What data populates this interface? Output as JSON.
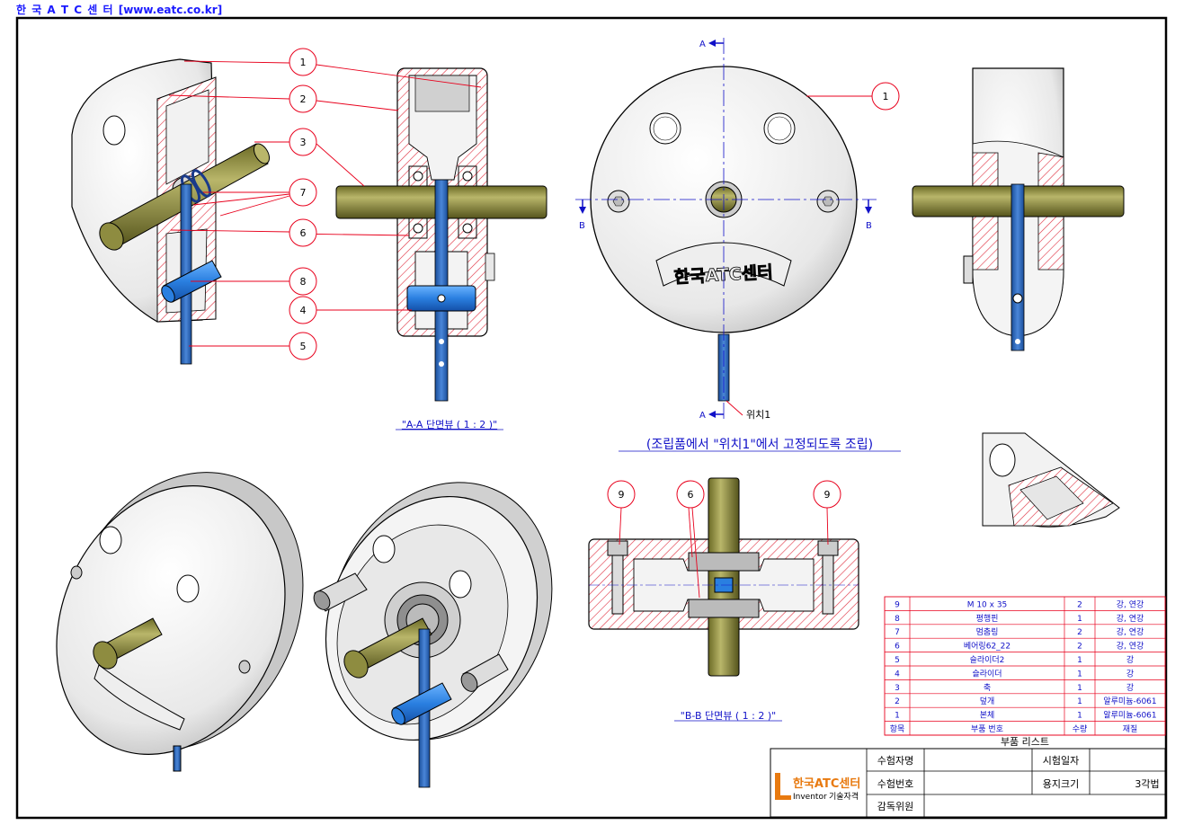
{
  "header": {
    "org": "한 국 A T C 센 터",
    "site": "[www.eatc.co.kr]"
  },
  "colors": {
    "red": "#e8001c",
    "blue": "#1010c8",
    "shaft": "#8c8a3a",
    "part_blue": "#2a7fe0",
    "hatch": "#e03040"
  },
  "views": {
    "aa_caption": "\"A-A 단면뷰 ( 1 : 2 )\"",
    "bb_caption": "\"B-B 단면뷰 ( 1 : 2 )\"",
    "assembly_note": "(조립품에서 \"위치1\"에서 고정되도록 조립)",
    "section_a": "A",
    "section_b": "B",
    "position_label": "위치1",
    "emboss": "한국ATC센터"
  },
  "balloons": {
    "b1": "1",
    "b2": "2",
    "b3": "3",
    "b4": "4",
    "b5": "5",
    "b6": "6",
    "b7": "7",
    "b8": "8",
    "b9": "9"
  },
  "parts_list": {
    "title": "부품 리스트",
    "headers": {
      "item": "항목",
      "name": "부품 번호",
      "qty": "수량",
      "material": "재질"
    },
    "rows": [
      {
        "item": "9",
        "name": "M 10 x 35",
        "qty": "2",
        "material": "강, 연강"
      },
      {
        "item": "8",
        "name": "평행핀",
        "qty": "1",
        "material": "강, 연강"
      },
      {
        "item": "7",
        "name": "멈춤링",
        "qty": "2",
        "material": "강, 연강"
      },
      {
        "item": "6",
        "name": "베어링62_22",
        "qty": "2",
        "material": "강, 연강"
      },
      {
        "item": "5",
        "name": "슬라이더2",
        "qty": "1",
        "material": "강"
      },
      {
        "item": "4",
        "name": "슬라이더",
        "qty": "1",
        "material": "강"
      },
      {
        "item": "3",
        "name": "축",
        "qty": "1",
        "material": "강"
      },
      {
        "item": "2",
        "name": "덮개",
        "qty": "1",
        "material": "알루미늄-6061"
      },
      {
        "item": "1",
        "name": "본체",
        "qty": "1",
        "material": "알루미늄-6061"
      }
    ]
  },
  "title_block": {
    "logo_main": "한국ATC센터",
    "logo_sub1": "Inventor",
    "logo_sub2": "기술자격",
    "examinee": "수험자명",
    "exam_no": "수험번호",
    "supervisor": "감독위원",
    "exam_date": "시험일자",
    "paper_size": "용지크기",
    "projection": "3각법"
  }
}
